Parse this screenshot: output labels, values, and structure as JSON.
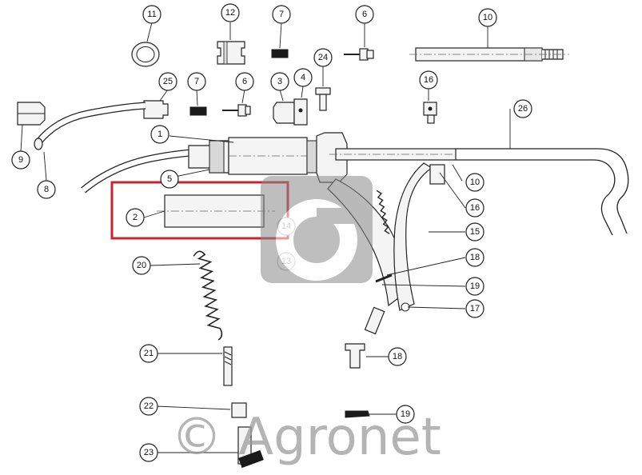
{
  "diagram": {
    "callouts": {
      "c1": "1",
      "c2": "2",
      "c3": "3",
      "c4": "4",
      "c5": "5",
      "c6a": "6",
      "c6b": "6",
      "c7a": "7",
      "c7b": "7",
      "c8": "8",
      "c9": "9",
      "c10a": "10",
      "c10b": "10",
      "c11": "11",
      "c12": "12",
      "c13": "13",
      "c14": "14",
      "c15": "15",
      "c16a": "16",
      "c16b": "16",
      "c17": "17",
      "c18a": "18",
      "c18b": "18",
      "c19a": "19",
      "c19b": "19",
      "c20": "20",
      "c21": "21",
      "c22": "22",
      "c23": "23",
      "c24": "24",
      "c25": "25",
      "c26": "26"
    },
    "highlight_color": "#c8262b"
  },
  "watermark": {
    "text": "© Agronet"
  }
}
